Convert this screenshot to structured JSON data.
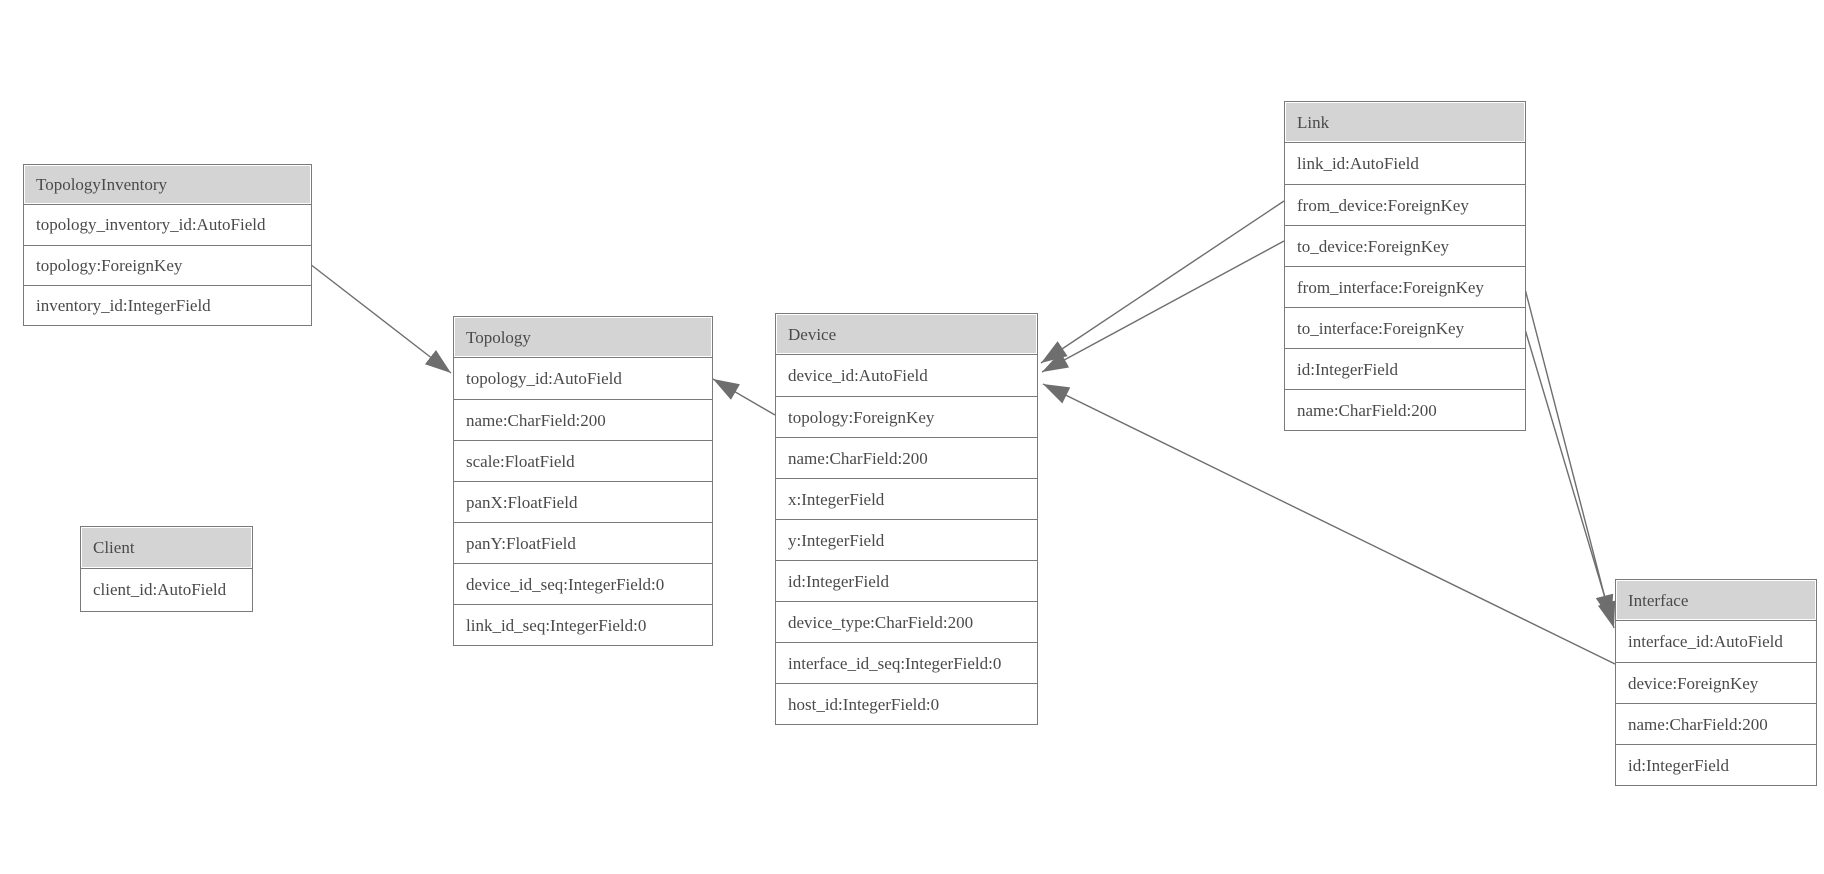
{
  "entities": [
    {
      "name": "TopologyInventory",
      "fields": [
        "topology_inventory_id:AutoField",
        "topology:ForeignKey",
        "inventory_id:IntegerField"
      ]
    },
    {
      "name": "Topology",
      "fields": [
        "topology_id:AutoField",
        "name:CharField:200",
        "scale:FloatField",
        "panX:FloatField",
        "panY:FloatField",
        "device_id_seq:IntegerField:0",
        "link_id_seq:IntegerField:0"
      ]
    },
    {
      "name": "Client",
      "fields": [
        "client_id:AutoField"
      ]
    },
    {
      "name": "Device",
      "fields": [
        "device_id:AutoField",
        "topology:ForeignKey",
        "name:CharField:200",
        "x:IntegerField",
        "y:IntegerField",
        "id:IntegerField",
        "device_type:CharField:200",
        "interface_id_seq:IntegerField:0",
        "host_id:IntegerField:0"
      ]
    },
    {
      "name": "Link",
      "fields": [
        "link_id:AutoField",
        "from_device:ForeignKey",
        "to_device:ForeignKey",
        "from_interface:ForeignKey",
        "to_interface:ForeignKey",
        "id:IntegerField",
        "name:CharField:200"
      ]
    },
    {
      "name": "Interface",
      "fields": [
        "interface_id:AutoField",
        "device:ForeignKey",
        "name:CharField:200",
        "id:IntegerField"
      ]
    }
  ],
  "relationships": [
    {
      "from": "TopologyInventory.topology",
      "to": "Topology.topology_id"
    },
    {
      "from": "Device.topology",
      "to": "Topology.topology_id"
    },
    {
      "from": "Link.from_device",
      "to": "Device.device_id"
    },
    {
      "from": "Link.to_device",
      "to": "Device.device_id"
    },
    {
      "from": "Link.from_interface",
      "to": "Interface.interface_id"
    },
    {
      "from": "Link.to_interface",
      "to": "Interface.interface_id"
    },
    {
      "from": "Interface.device",
      "to": "Device.device_id"
    }
  ],
  "colors": {
    "background": "#ffffff",
    "header_bg": "#d4d4d4",
    "box_border": "#7a7a7a",
    "text": "#4a4a4a",
    "edge": "#6e6e6e",
    "arrow": "#6e6e6e"
  }
}
